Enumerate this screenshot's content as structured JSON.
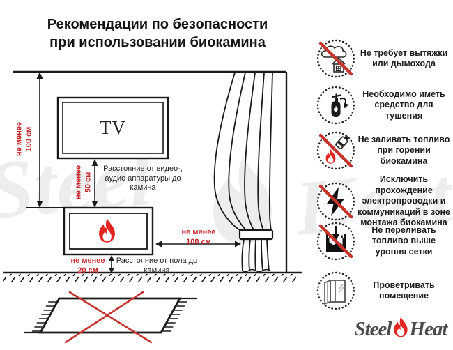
{
  "title": {
    "line1": "Рекомендации по безопасности",
    "line2": "при использовании биокамина"
  },
  "diagram": {
    "tv_label": "TV",
    "wall_clearance": {
      "line1": "не менее",
      "line2": "100 см"
    },
    "tv_clearance": {
      "line1": "не менее",
      "line2": "50 см"
    },
    "tv_caption": "Расстояние от видео-, аудио аппаратуры до камина",
    "curtain_clearance": {
      "line1": "не менее",
      "line2": "100 см"
    },
    "floor_clearance": {
      "line1": "не менее",
      "line2": "20 см"
    },
    "floor_caption": "Расстояние от пола до камина"
  },
  "rules": [
    {
      "icon": "no-exhaust-icon",
      "crossed": true,
      "text": "Не требует вытяжки или дымохода"
    },
    {
      "icon": "extinguisher-icon",
      "crossed": false,
      "text": "Необходимо иметь средство для тушения"
    },
    {
      "icon": "no-refill-while-burning-icon",
      "crossed": true,
      "text": "Не заливать топливо при горении биокамина"
    },
    {
      "icon": "no-wiring-icon",
      "crossed": true,
      "text": "Исключить прохождение электропроводки и коммуникаций в зоне монтажа биокамина"
    },
    {
      "icon": "no-overfill-icon",
      "crossed": true,
      "text": "Не переливать топливо выше уровня сетки"
    },
    {
      "icon": "ventilate-icon",
      "crossed": false,
      "text": "Проветривать помещение"
    }
  ],
  "brand": {
    "steel": "Steel",
    "heat": "Heat"
  },
  "watermark": {
    "steel": "Steel",
    "heat": "Heat"
  },
  "colors": {
    "red": "#c5272b",
    "flame_red": "#e2261f",
    "line": "#1a1a1a",
    "watermark": "#ededed"
  }
}
